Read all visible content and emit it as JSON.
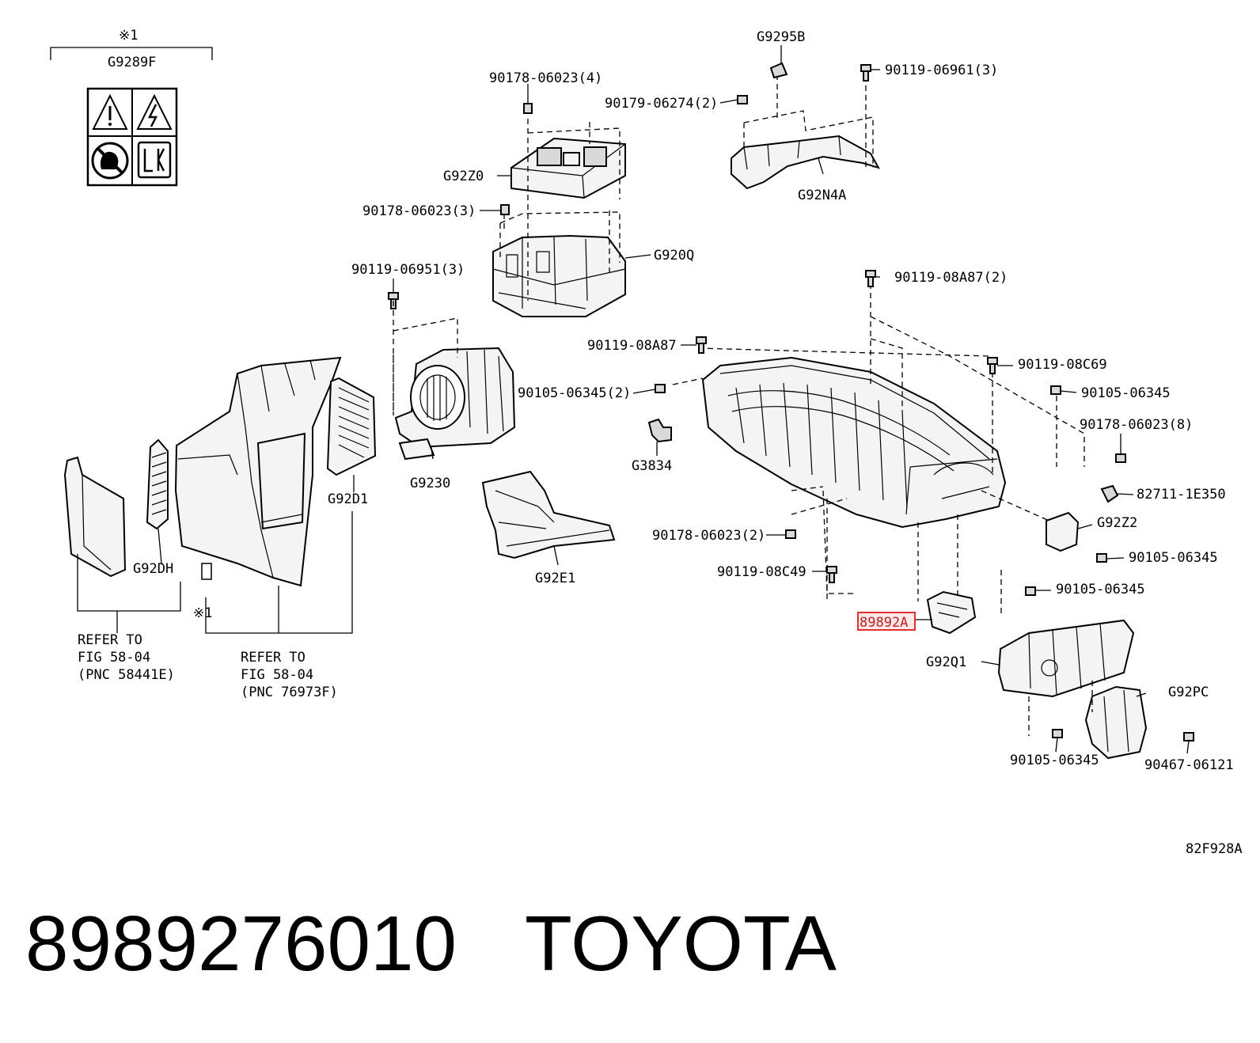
{
  "diagram": {
    "code": "82F928A",
    "highlight_color": "#e03030",
    "warning_label": {
      "note_mark": "※1",
      "part_code": "G9289F"
    },
    "labels": {
      "g9295b": "G9295B",
      "g92z0": "G92Z0",
      "g920q": "G920Q",
      "g92n4a": "G92N4A",
      "g9230": "G9230",
      "g92d1": "G92D1",
      "g92dh": "G92DH",
      "g92e1": "G92E1",
      "g3834": "G3834",
      "g92z2": "G92Z2",
      "a89892a": "89892A",
      "g92q1": "G92Q1",
      "g92pc": "G92PC",
      "p_90178_06023_4": "90178-06023(4)",
      "p_90179_06274_2": "90179-06274(2)",
      "p_90119_06961_3": "90119-06961(3)",
      "p_90178_06023_3": "90178-06023(3)",
      "p_90119_06951_3": "90119-06951(3)",
      "p_90119_08a87_2": "90119-08A87(2)",
      "p_90119_08a87": "90119-08A87",
      "p_90119_08c69": "90119-08C69",
      "p_90105_06345_2": "90105-06345(2)",
      "p_90105_06345_a": "90105-06345",
      "p_90178_06023_8": "90178-06023(8)",
      "p_82711_1e350": "82711-1E350",
      "p_90105_06345_b": "90105-06345",
      "p_90105_06345_c": "90105-06345",
      "p_90178_06023_2": "90178-06023(2)",
      "p_90119_08c49": "90119-08C49",
      "p_90105_06345_d": "90105-06345",
      "p_90467_06121": "90467-06121",
      "note_mark_2": "※1"
    },
    "refer_left": {
      "line1": "REFER TO",
      "line2": "FIG 58-04",
      "line3": "(PNC 58441E)"
    },
    "refer_right": {
      "line1": "REFER TO",
      "line2": "FIG 58-04",
      "line3": "(PNC 76973F)"
    }
  },
  "footer": {
    "part_number": "8989276010",
    "brand": "TOYOTA"
  }
}
